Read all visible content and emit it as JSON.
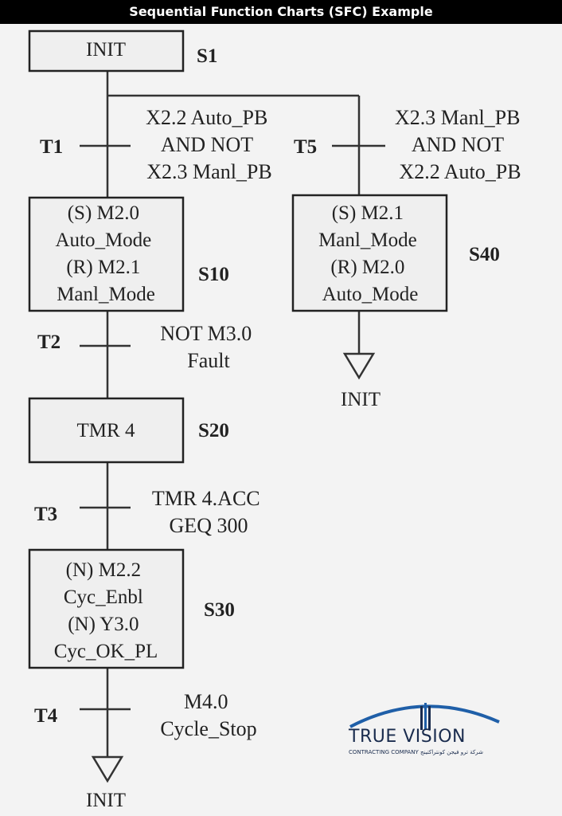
{
  "header": {
    "title": "Sequential Function Charts (SFC) Example"
  },
  "steps": {
    "s1": {
      "name": "S1",
      "lines": [
        "INIT"
      ]
    },
    "s10": {
      "name": "S10",
      "lines": [
        "(S) M2.0",
        "Auto_Mode",
        "(R) M2.1",
        "Manl_Mode"
      ]
    },
    "s20": {
      "name": "S20",
      "lines": [
        "TMR 4"
      ]
    },
    "s30": {
      "name": "S30",
      "lines": [
        "(N) M2.2",
        "Cyc_Enbl",
        "(N) Y3.0",
        "Cyc_OK_PL"
      ]
    },
    "s40": {
      "name": "S40",
      "lines": [
        "(S) M2.1",
        "Manl_Mode",
        "(R) M2.0",
        "Auto_Mode"
      ]
    }
  },
  "transitions": {
    "t1": {
      "name": "T1",
      "lines": [
        "X2.2 Auto_PB",
        "AND NOT",
        "X2.3 Manl_PB"
      ]
    },
    "t2": {
      "name": "T2",
      "lines": [
        "NOT M3.0",
        "Fault"
      ]
    },
    "t3": {
      "name": "T3",
      "lines": [
        "TMR 4.ACC",
        "GEQ 300"
      ]
    },
    "t4": {
      "name": "T4",
      "lines": [
        "M4.0",
        "Cycle_Stop"
      ]
    },
    "t5": {
      "name": "T5",
      "lines": [
        "X2.3 Manl_PB",
        "AND NOT",
        "X2.2 Auto_PB"
      ]
    }
  },
  "jumps": {
    "left": "INIT",
    "right": "INIT"
  },
  "logo": {
    "brand": "TRUE VISION",
    "subtitle": "CONTRACTING COMPANY شركة ترو فيجن كونتراكتينج",
    "colors": {
      "navy": "#1a2c4e",
      "blue": "#1f5fa8"
    }
  }
}
